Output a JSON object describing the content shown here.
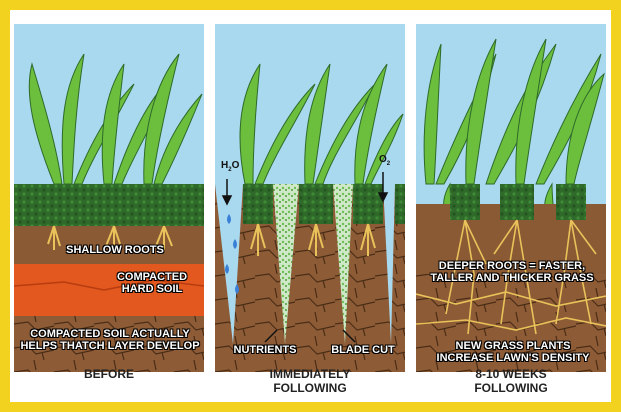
{
  "panels": [
    {
      "caption": "BEFORE",
      "labels": {
        "roots": "SHALLOW ROOTS",
        "hardsoil": "COMPACTED HARD SOIL",
        "thatch": "COMPACTED SOIL ACTUALLY HELPS THATCH LAYER DEVELOP"
      }
    },
    {
      "caption": "IMMEDIATELY FOLLOWING",
      "labels": {
        "water_main": "H",
        "water_sub": "2",
        "water_end": "O",
        "oxygen_main": "O",
        "oxygen_sub": "2",
        "nutrients": "NUTRIENTS",
        "blade": "BLADE CUT"
      }
    },
    {
      "caption": "8-10 WEEKS FOLLOWING",
      "labels": {
        "deeper": "DEEPER ROOTS = FASTER, TALLER AND THICKER GRASS",
        "newgrass": "NEW GRASS PLANTS INCREASE LAWN'S DENSITY"
      }
    }
  ],
  "colors": {
    "border": "#f3d21f",
    "sky": "#a8d9ef",
    "grass": "#5fae3a",
    "thatch": "#2f6a2a",
    "soil": "#8a5a34",
    "hardsoil": "#e2581e",
    "roots": "#e9c25a"
  }
}
